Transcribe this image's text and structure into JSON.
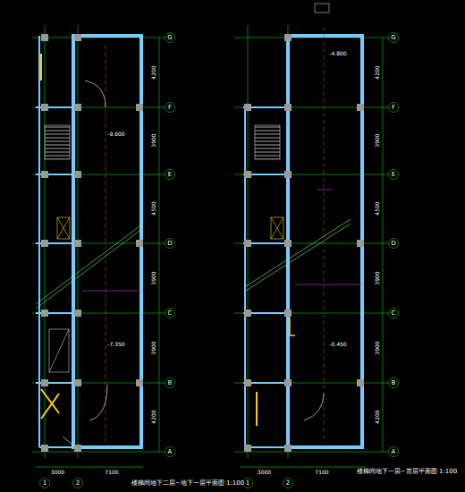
{
  "diagram": {
    "labels": [
      "G",
      "F",
      "E",
      "D",
      "C",
      "B",
      "A",
      "1",
      "2",
      "4200",
      "3900",
      "4500",
      "3900",
      "3900",
      "4200",
      "3000",
      "7100",
      "-9.600",
      "-7.350",
      "G",
      "F",
      "E",
      "D",
      "C",
      "B",
      "A",
      "1",
      "2",
      "4200",
      "3900",
      "4500",
      "3900",
      "3900",
      "4200",
      "3000",
      "7100",
      "-4.800",
      "-0.450",
      "楼梯间地下二层~地下一层平面图 1:100",
      "楼梯间地下一层~首层平面图 1:100"
    ]
  }
}
